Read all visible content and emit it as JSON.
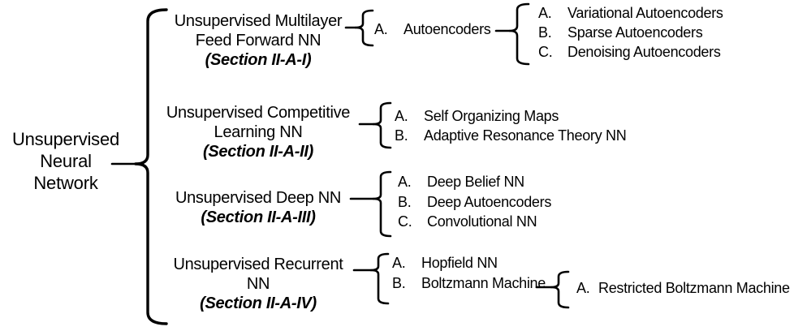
{
  "colors": {
    "ink": "#000000",
    "background": "#ffffff"
  },
  "root": {
    "lines": [
      "Unsupervised",
      "Neural",
      "Network"
    ]
  },
  "branches": [
    {
      "title_lines": [
        "Unsupervised Multilayer",
        "Feed Forward NN"
      ],
      "section": "(Section II-A-I)",
      "items": [
        {
          "marker": "A.",
          "label": "Autoencoders"
        }
      ],
      "subitems": [
        {
          "marker": "A.",
          "label": "Variational Autoencoders"
        },
        {
          "marker": "B.",
          "label": "Sparse Autoencoders"
        },
        {
          "marker": "C.",
          "label": "Denoising Autoencoders"
        }
      ]
    },
    {
      "title_lines": [
        "Unsupervised Competitive",
        "Learning NN"
      ],
      "section": "(Section II-A-II)",
      "items": [
        {
          "marker": "A.",
          "label": "Self Organizing Maps"
        },
        {
          "marker": "B.",
          "label": "Adaptive Resonance Theory NN"
        }
      ]
    },
    {
      "title_lines": [
        "Unsupervised Deep NN"
      ],
      "section": "(Section II-A-III)",
      "items": [
        {
          "marker": "A.",
          "label": "Deep Belief NN"
        },
        {
          "marker": "B.",
          "label": "Deep Autoencoders"
        },
        {
          "marker": "C.",
          "label": "Convolutional NN"
        }
      ]
    },
    {
      "title_lines": [
        "Unsupervised Recurrent",
        "NN"
      ],
      "section": "(Section II-A-IV)",
      "items": [
        {
          "marker": "A.",
          "label": "Hopfield NN"
        },
        {
          "marker": "B.",
          "label": "Boltzmann Machine"
        }
      ],
      "subitems": [
        {
          "marker": "A.",
          "label": "Restricted Boltzmann Machine"
        }
      ]
    }
  ]
}
